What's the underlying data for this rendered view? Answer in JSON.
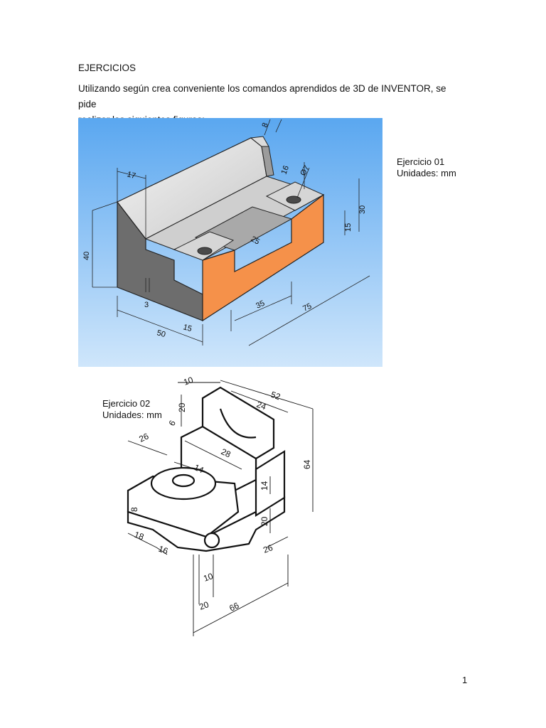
{
  "document": {
    "heading": "EJERCICIOS",
    "intro_line1": "Utilizando según crea conveniente los comandos aprendidos de 3D de INVENTOR, se pide",
    "intro_line2": "realizar las siguientes figuras:",
    "page_number": "1"
  },
  "exercise_1": {
    "title": "Ejercicio 01",
    "units": "Unidades: mm",
    "dimensions": {
      "d8": "8",
      "d16": "16",
      "d17": "17",
      "d7": "Ø7",
      "d30": "30",
      "d15a": "15",
      "d25": "25",
      "d40": "40",
      "d3": "3",
      "d35": "35",
      "d75": "75",
      "d50": "50",
      "d15b": "15"
    },
    "colors": {
      "bg_top": "#5aa7f0",
      "bg_bottom": "#cfe6fb",
      "accent_face": "#f5914a",
      "dark_face": "#6d6d6d"
    }
  },
  "exercise_2": {
    "title": "Ejercicio 02",
    "units": "Unidades: mm",
    "dimensions": {
      "d10a": "10",
      "d20a": "20",
      "d52": "52",
      "d24": "24",
      "d6": "6",
      "d26a": "26",
      "d28": "28",
      "d14a": "14",
      "d64": "64",
      "d14b": "14",
      "d8": "8",
      "d20b": "20",
      "d18": "18",
      "d16": "16",
      "d26b": "26",
      "d10b": "10",
      "d20c": "20",
      "d66": "66"
    }
  }
}
